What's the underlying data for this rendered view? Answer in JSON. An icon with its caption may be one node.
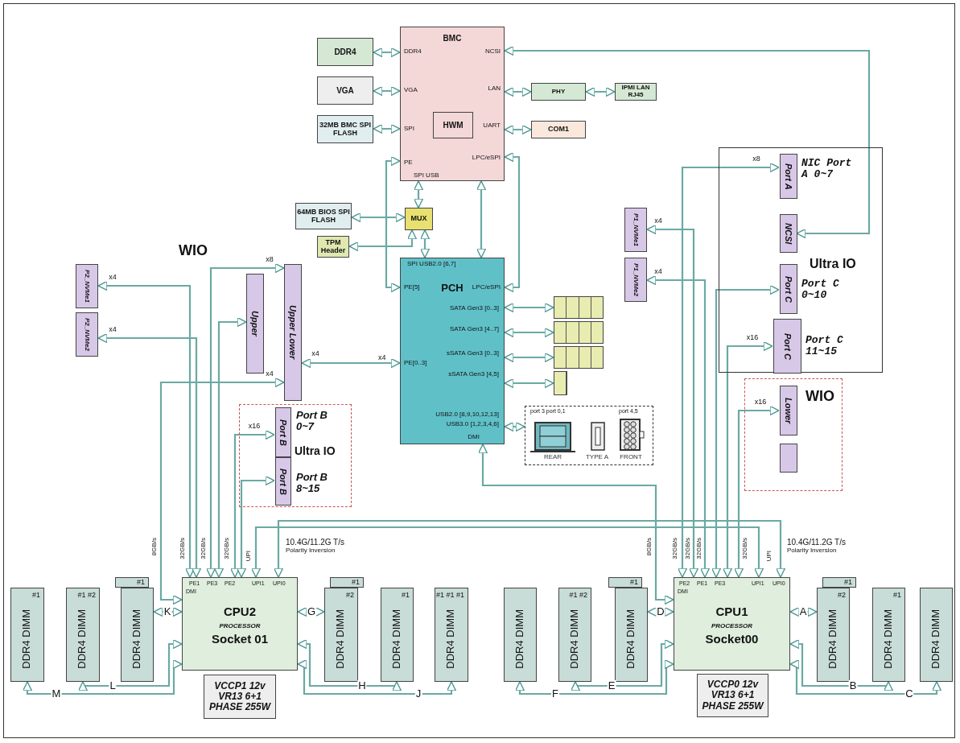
{
  "diagram": {
    "nodes": [
      {
        "text": [
          "BMC",
          "DDR4",
          "VGA",
          "SPI",
          "PE",
          "SPI USB",
          "NCSI",
          "LAN",
          "UART",
          "LPC/eSPI"
        ]
      },
      {
        "text": [
          "HWM"
        ],
        "in": 0
      },
      {
        "text": [
          "DDR4"
        ]
      },
      {
        "text": [
          "VGA"
        ]
      },
      {
        "text": [
          "32MB BMC SPI FLASH"
        ]
      },
      {
        "text": [
          "PHY"
        ]
      },
      {
        "text": [
          "IPMI LAN RJ45"
        ]
      },
      {
        "text": [
          "COM1"
        ]
      },
      {
        "text": [
          "MUX"
        ]
      },
      {
        "text": [
          "64MB BIOS SPI FLASH"
        ]
      },
      {
        "text": [
          "TPM Header"
        ]
      },
      {
        "text": [
          "SPI USB2.0 [6,7]",
          "PE[5]",
          "PCH",
          "LPC/eSPI",
          "SATA Gen3 [0..3]",
          "SATA Gen3 [4..7]",
          "sSATA Gen3 [0..3]",
          "sSATA Gen3 [4,5]",
          "PE[0..3]",
          "USB2.0 [8,9,10,12,13]",
          "USB3.0 [1,2,3,4,6]",
          "DMI"
        ]
      },
      {
        "text": [],
        "shape": "box"
      },
      {
        "text": [],
        "shape": "box"
      },
      {
        "text": [],
        "shape": "box"
      },
      {
        "text": [],
        "shape": "box"
      },
      {
        "text": [
          "port 3 port 0,1",
          "port 4,5"
        ]
      },
      {
        "text": [
          "REAR"
        ],
        "in": 16
      },
      {
        "text": [
          "TYPE A"
        ],
        "in": 16
      },
      {
        "text": [
          "FRONT"
        ],
        "in": 16
      },
      {
        "text": [
          "P2_NVMe1"
        ]
      },
      {
        "text": [
          "P2_NVMe2"
        ]
      },
      {
        "text": [
          "Upper"
        ]
      },
      {
        "text": [
          "Upper Lower"
        ]
      },
      {
        "text": [
          "Ultra IO"
        ]
      },
      {
        "text": [
          "Port B"
        ],
        "in": 24,
        "beside": [
          "Port B 0~7"
        ]
      },
      {
        "text": [
          "Port B"
        ],
        "in": 24,
        "beside": [
          "Port B 8~15"
        ]
      },
      {
        "text": [
          "P1_NVMe1"
        ]
      },
      {
        "text": [
          "P1_NVMe2"
        ]
      },
      {
        "text": [
          "Ultra IO"
        ]
      },
      {
        "text": [
          "Port A"
        ],
        "in": 29,
        "beside": [
          "NIC Port A 0~7"
        ]
      },
      {
        "text": [
          "NCSI"
        ],
        "in": 29
      },
      {
        "text": [
          "Port C"
        ],
        "in": 29,
        "beside": [
          "Port C 0~10"
        ]
      },
      {
        "text": [
          "Port C"
        ],
        "in": 29,
        "beside": [
          "Port C 11~15"
        ]
      },
      {
        "text": [
          "WIO"
        ]
      },
      {
        "text": [
          "Lower"
        ],
        "in": 34
      },
      {
        "text": [],
        "shape": "box",
        "in": 34
      },
      {
        "text": [
          "CPU2",
          "PROCESSOR",
          "Socket 01",
          "PE1",
          "PE3",
          "PE2",
          "UPI1",
          "UPI0",
          "DMI"
        ]
      },
      {
        "text": [
          "VCCP1 12v VR13 6+1 PHASE 255W"
        ]
      },
      {
        "text": [
          "CPU1",
          "PROCESSOR",
          "Socket00",
          "PE2",
          "PE1",
          "PE3",
          "UPI1",
          "UPI0",
          "DMI"
        ]
      },
      {
        "text": [
          "VCCP0 12v VR13 6+1 PHASE 255W"
        ]
      },
      {
        "text": [
          "#1",
          "DDR4 DIMM"
        ]
      },
      {
        "text": [
          "#1 #2",
          "DDR4 DIMM"
        ]
      },
      {
        "text": [
          "#1"
        ]
      },
      {
        "text": [
          "DDR4 DIMM"
        ]
      },
      {
        "text": [
          "#1"
        ]
      },
      {
        "text": [
          "#2",
          "DDR4 DIMM"
        ]
      },
      {
        "text": [
          "#1",
          "DDR4 DIMM"
        ]
      },
      {
        "text": [
          "#1 #1 #1",
          "DDR4 DIMM"
        ]
      },
      {
        "text": [
          "DDR4 DIMM"
        ]
      },
      {
        "text": [
          "#1 #2",
          "DDR4 DIMM"
        ]
      },
      {
        "text": [
          "#1"
        ]
      },
      {
        "text": [
          "DDR4 DIMM"
        ]
      },
      {
        "text": [
          "#1"
        ]
      },
      {
        "text": [
          "#2",
          "DDR4 DIMM"
        ]
      },
      {
        "text": [
          "#1",
          "DDR4 DIMM"
        ]
      },
      {
        "text": [
          "DDR4 DIMM"
        ]
      }
    ],
    "edges": [
      {
        "from": 0,
        "to": 2,
        "arrow": "both"
      },
      {
        "from": 0,
        "to": 3,
        "arrow": "both"
      },
      {
        "from": 0,
        "to": 4,
        "arrow": "both"
      },
      {
        "from": 0,
        "to": 5,
        "arrow": "both"
      },
      {
        "from": 5,
        "to": 6,
        "arrow": "both"
      },
      {
        "from": 0,
        "to": 7,
        "arrow": "both"
      },
      {
        "from": 0,
        "to": 31,
        "arrow": "both"
      },
      {
        "from": 0,
        "to": 8,
        "arrow": "both"
      },
      {
        "from": 8,
        "to": 9,
        "arrow": "both"
      },
      {
        "from": 8,
        "to": 10,
        "arrow": "both"
      },
      {
        "from": 8,
        "to": 11,
        "arrow": "both"
      },
      {
        "from": 11,
        "to": 0,
        "arrow": "both"
      },
      {
        "from": 11,
        "to": 0,
        "arrow": "both"
      },
      {
        "from": 11,
        "to": 0,
        "arrow": "both"
      },
      {
        "from": 11,
        "to": 12,
        "arrow": "both"
      },
      {
        "from": 11,
        "to": 13,
        "arrow": "both"
      },
      {
        "from": 11,
        "to": 14,
        "arrow": "both"
      },
      {
        "from": 11,
        "to": 15,
        "arrow": "both"
      },
      {
        "from": 11,
        "to": 16,
        "arrow": "both"
      },
      {
        "from": 11,
        "to": 23,
        "arrow": "both",
        "label": "x4"
      },
      {
        "from": 39,
        "to": 11,
        "arrow": "both"
      },
      {
        "from": 37,
        "to": 20,
        "arrow": "both",
        "label": "x4"
      },
      {
        "from": 37,
        "to": 21,
        "arrow": "both",
        "label": "x4"
      },
      {
        "from": 37,
        "to": 23,
        "arrow": "both",
        "label": "x8"
      },
      {
        "from": 37,
        "to": 22,
        "arrow": "both"
      },
      {
        "from": 37,
        "to": 23,
        "arrow": "both",
        "label": "x4"
      },
      {
        "from": 37,
        "to": 25,
        "arrow": "both",
        "label": "x16"
      },
      {
        "from": 37,
        "to": 26,
        "arrow": "both"
      },
      {
        "from": 37,
        "to": 39,
        "arrow": "both"
      },
      {
        "from": 37,
        "to": 39,
        "arrow": "both"
      },
      {
        "from": 39,
        "to": 30,
        "arrow": "both",
        "label": "x8"
      },
      {
        "from": 39,
        "to": 27,
        "arrow": "both",
        "label": "x4"
      },
      {
        "from": 39,
        "to": 28,
        "arrow": "both",
        "label": "x4"
      },
      {
        "from": 39,
        "to": 32,
        "arrow": "both"
      },
      {
        "from": 39,
        "to": 33,
        "arrow": "both",
        "label": "x16"
      },
      {
        "from": 39,
        "to": 35,
        "arrow": "both",
        "label": "x16"
      },
      {
        "from": 37,
        "to": 44,
        "arrow": "both",
        "label": "K"
      },
      {
        "from": 37,
        "to": 42,
        "arrow": "both",
        "label": "L"
      },
      {
        "from": 37,
        "to": 41,
        "arrow": "both",
        "label": "M"
      },
      {
        "from": 37,
        "to": 46,
        "arrow": "both",
        "label": "G"
      },
      {
        "from": 37,
        "to": 47,
        "arrow": "both",
        "label": "H"
      },
      {
        "from": 37,
        "to": 48,
        "arrow": "both",
        "label": "J"
      },
      {
        "from": 39,
        "to": 52,
        "arrow": "both",
        "label": "D"
      },
      {
        "from": 39,
        "to": 50,
        "arrow": "both",
        "label": "E"
      },
      {
        "from": 39,
        "to": 49,
        "arrow": "both",
        "label": "F"
      },
      {
        "from": 39,
        "to": 54,
        "arrow": "both",
        "label": "A"
      },
      {
        "from": 39,
        "to": 55,
        "arrow": "both",
        "label": "B"
      },
      {
        "from": 39,
        "to": 56,
        "arrow": "both",
        "label": "C"
      }
    ],
    "labels": [
      "WIO",
      "x4",
      "8GB/s",
      "32GB/s",
      "32GB/s",
      "32GB/s",
      "UPI",
      "10.4G/11.2G T/s",
      "Polarity Inversion",
      "8GB/s",
      "32GB/s",
      "32GB/s",
      "32GB/s",
      "32GB/s",
      "UPI",
      "10.4G/11.2G T/s",
      "Polarity Inversion"
    ]
  }
}
